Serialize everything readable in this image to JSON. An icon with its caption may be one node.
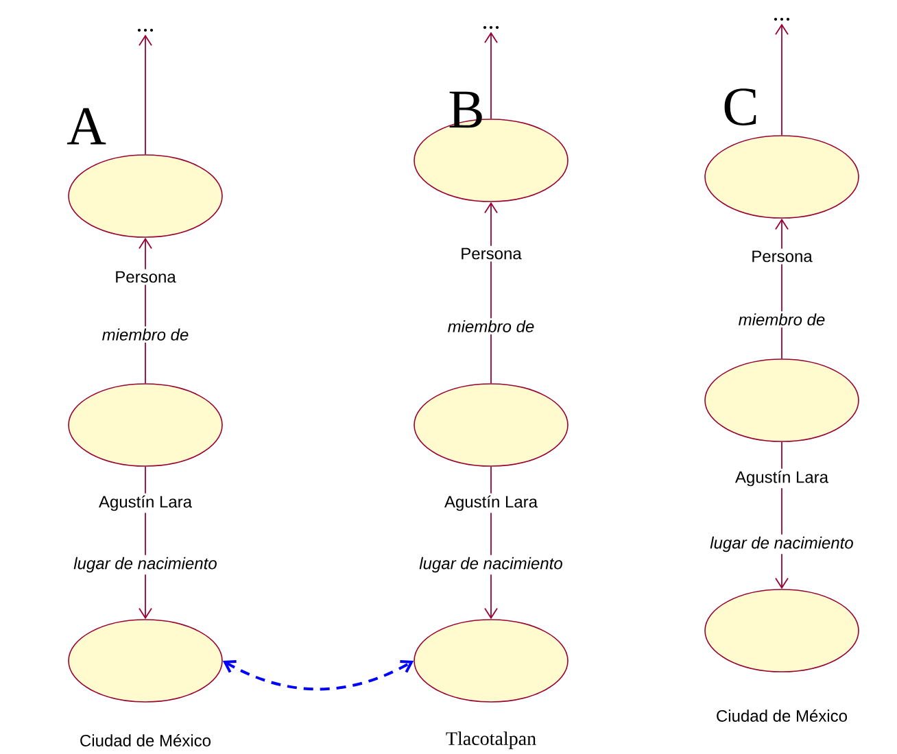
{
  "diagram": {
    "nodes": [
      {
        "text": [
          "..."
        ]
      },
      {
        "text": [
          "Persona"
        ]
      },
      {
        "text": [
          "Agustín Lara"
        ]
      },
      {
        "text": [
          "Ciudad de México"
        ]
      },
      {
        "text": [
          "..."
        ]
      },
      {
        "text": [
          "Persona"
        ]
      },
      {
        "text": [
          "Agustín Lara"
        ]
      },
      {
        "text": [
          "Tlacotalpan"
        ]
      },
      {
        "text": [
          "..."
        ]
      },
      {
        "text": [
          "Persona"
        ]
      },
      {
        "text": [
          "Agustín Lara"
        ]
      },
      {
        "text": [
          "Ciudad de México"
        ]
      }
    ],
    "edges": [
      {
        "from": 1,
        "to": 0,
        "arrow": "to"
      },
      {
        "from": 2,
        "to": 1,
        "arrow": "to",
        "label": "miembro de"
      },
      {
        "from": 2,
        "to": 3,
        "arrow": "to",
        "label": "lugar de nacimiento"
      },
      {
        "from": 5,
        "to": 4,
        "arrow": "to"
      },
      {
        "from": 6,
        "to": 5,
        "arrow": "to",
        "label": "miembro de"
      },
      {
        "from": 6,
        "to": 7,
        "arrow": "to",
        "label": "lugar de nacimiento"
      },
      {
        "from": 9,
        "to": 8,
        "arrow": "to"
      },
      {
        "from": 10,
        "to": 9,
        "arrow": "to",
        "label": "miembro de"
      },
      {
        "from": 10,
        "to": 11,
        "arrow": "to",
        "label": "lugar de nacimiento"
      },
      {
        "from": 3,
        "to": 7,
        "arrow": "both",
        "style": "dashed",
        "color": "#0000ff"
      }
    ],
    "labels": [
      "A",
      "B",
      "C"
    ]
  }
}
